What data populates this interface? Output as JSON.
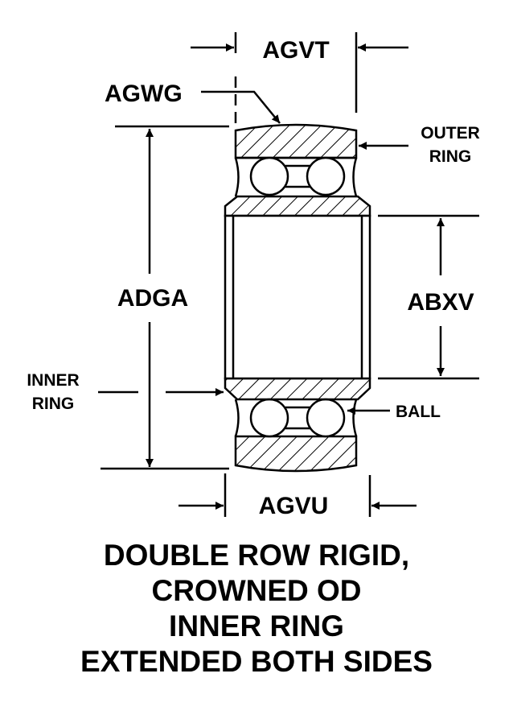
{
  "labels": {
    "agvt": "AGVT",
    "agwg": "AGWG",
    "outer_ring": [
      "OUTER",
      "RING"
    ],
    "adga": "ADGA",
    "abxv": "ABXV",
    "inner_ring": [
      "INNER",
      "RING"
    ],
    "ball": "BALL",
    "agvu": "AGVU"
  },
  "caption": [
    "DOUBLE ROW RIGID,",
    "CROWNED OD",
    "INNER RING",
    "EXTENDED BOTH SIDES"
  ],
  "colors": {
    "ink": "#000000",
    "paper": "#ffffff"
  }
}
